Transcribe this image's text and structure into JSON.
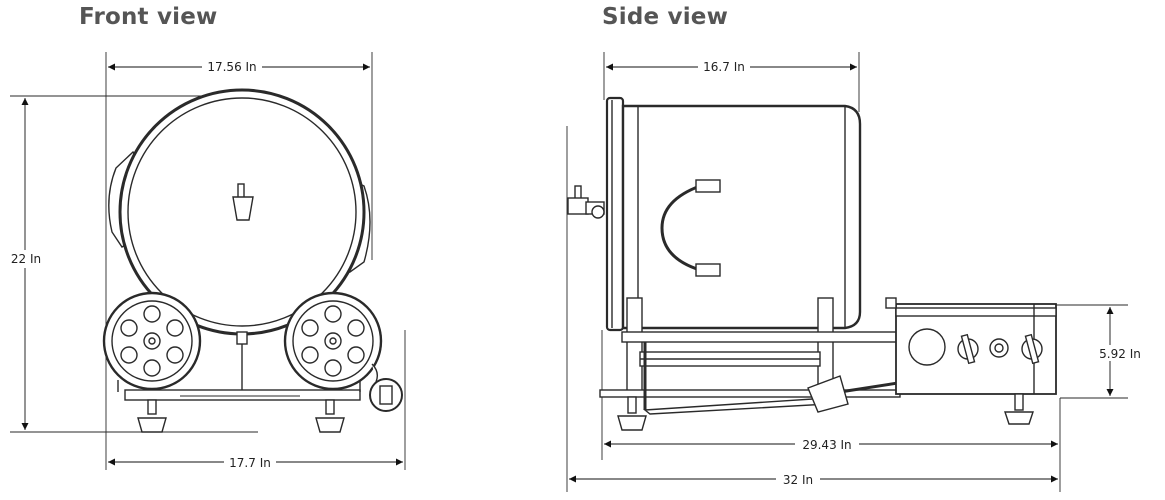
{
  "front": {
    "title": "Front view",
    "dims": {
      "top_width": "17.56 In",
      "height": "22 In",
      "bottom_width": "17.7 In"
    }
  },
  "side": {
    "title": "Side view",
    "dims": {
      "drum_depth": "16.7 In",
      "base_height": "5.92 In",
      "base_length": "29.43 In",
      "overall_length": "32 In"
    }
  },
  "colors": {
    "title": "#555555",
    "line": "#2a2a2a"
  }
}
